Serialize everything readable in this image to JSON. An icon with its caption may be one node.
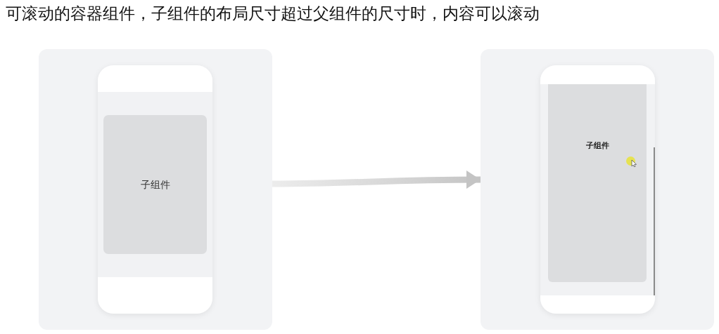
{
  "diagram": {
    "title": "可滚动的容器组件，子组件的布局尺寸超过父组件的尺寸时，内容可以滚动",
    "nodes": [
      {
        "text": [],
        "shape": "box"
      },
      {
        "text": [],
        "shape": "box",
        "in": 0
      },
      {
        "text": [
          "子组件"
        ],
        "in": 1
      },
      {
        "text": [],
        "shape": "box"
      },
      {
        "text": [],
        "shape": "box",
        "in": 3
      },
      {
        "text": [
          "子组件"
        ],
        "in": 4
      }
    ],
    "edges": [
      {
        "from": 0,
        "to": 3,
        "arrow": "to"
      }
    ]
  }
}
